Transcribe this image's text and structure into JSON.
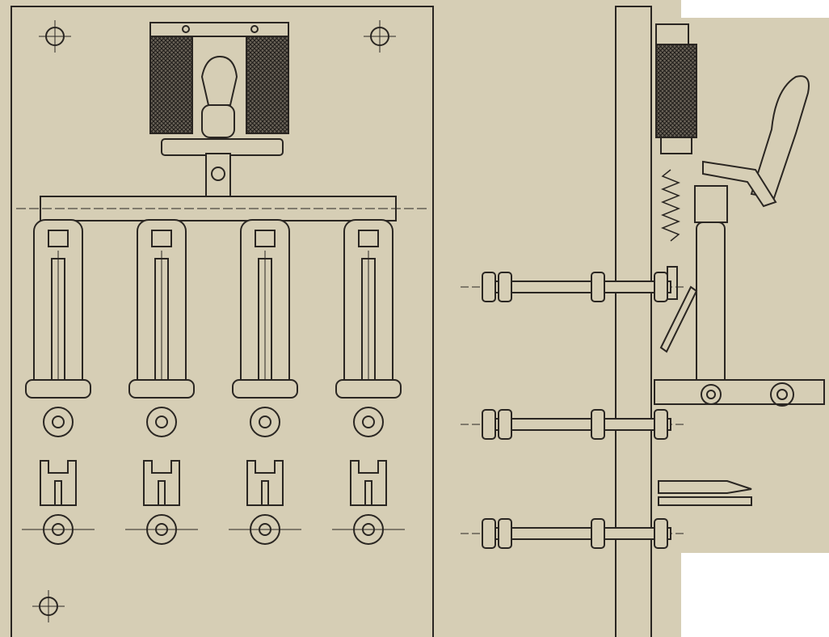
{
  "figure": {
    "subject": "knife-switch-drawing",
    "views": [
      "front-view",
      "side-view"
    ],
    "pole_count": 4,
    "colors": {
      "paper": "#d6ceb5",
      "ink": "#2a2622",
      "blank": "#ffffff"
    }
  }
}
